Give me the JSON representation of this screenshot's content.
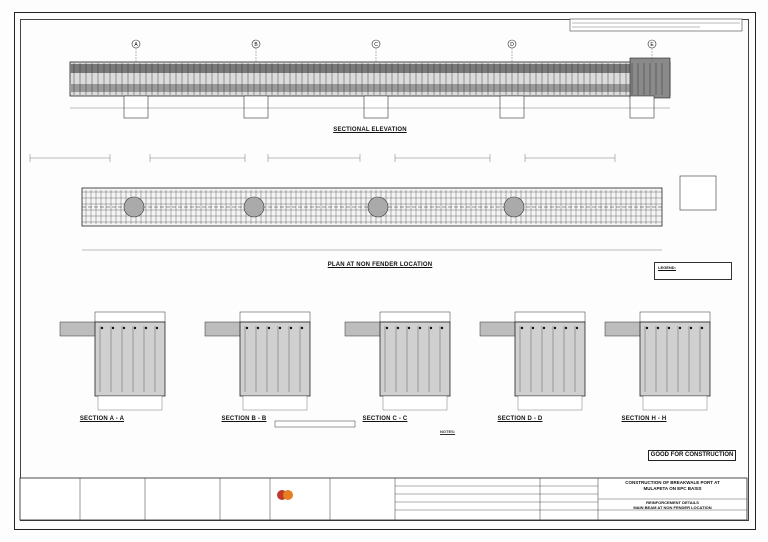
{
  "drawing": {
    "title_elevation": "SECTIONAL ELEVATION",
    "title_plan": "PLAN AT NON FENDER LOCATION",
    "sections": [
      {
        "label": "SECTION A - A"
      },
      {
        "label": "SECTION B - B"
      },
      {
        "label": "SECTION C - C"
      },
      {
        "label": "SECTION D - D"
      },
      {
        "label": "SECTION H - H"
      }
    ],
    "status_badge": "GOOD FOR CONSTRUCTION",
    "legend_title": "LEGEND:",
    "notes_title": "NOTES:",
    "project_title_1": "CONSTRUCTION OF BREAKWALE PORT AT",
    "project_title_2": "MULAPETA ON EPC BASIS",
    "drawing_title_1": "REINFORCEMENT DETAILS",
    "drawing_title_2": "MAIN BEAM AT NON FENDER LOCATION",
    "grid_letters": [
      "A",
      "B",
      "C",
      "D",
      "E"
    ]
  }
}
